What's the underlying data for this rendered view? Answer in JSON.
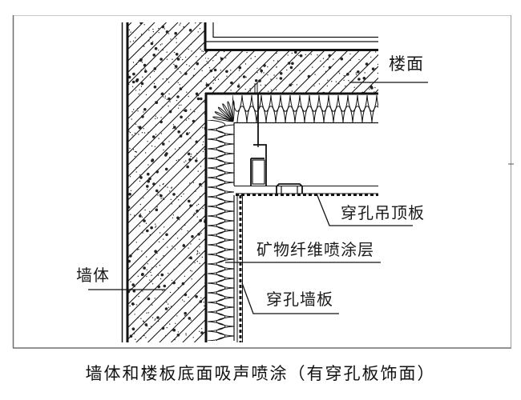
{
  "diagram": {
    "title": "墙体和楼板底面吸声喷涂（有穿孔板饰面）",
    "labels": {
      "floor": "楼面",
      "ceiling_panel": "穿孔吊顶板",
      "mineral_fiber_spray": "矿物纤维喷涂层",
      "wall": "墙体",
      "wall_panel": "穿孔墙板"
    },
    "colors": {
      "line": "#111111",
      "frame": "#7a7a7a",
      "background": "#ffffff"
    }
  }
}
